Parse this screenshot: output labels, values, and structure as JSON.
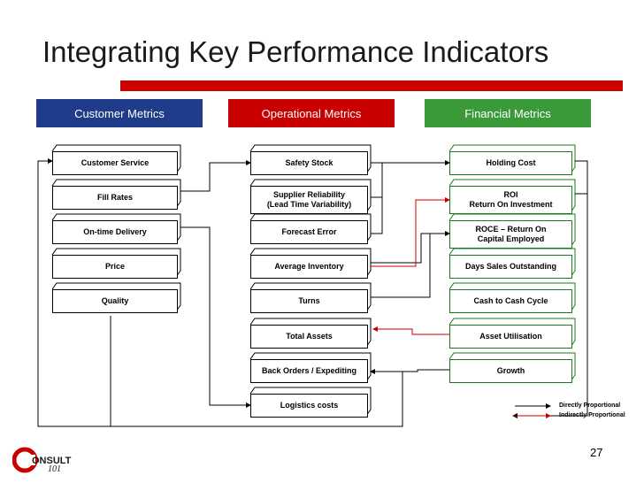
{
  "title": "Integrating Key Performance Indicators",
  "headers": {
    "customer": "Customer Metrics",
    "operational": "Operational Metrics",
    "financial": "Financial Metrics"
  },
  "customer_metrics": [
    "Customer Service",
    "Fill Rates",
    "On-time Delivery",
    "Price",
    "Quality"
  ],
  "operational_metrics": [
    {
      "line1": "Safety Stock",
      "line2": ""
    },
    {
      "line1": "Supplier Reliability",
      "line2": "(Lead Time Variability)"
    },
    {
      "line1": "Forecast Error",
      "line2": ""
    },
    {
      "line1": "Average Inventory",
      "line2": ""
    },
    {
      "line1": "Turns",
      "line2": ""
    },
    {
      "line1": "Total Assets",
      "line2": ""
    },
    {
      "line1": "Back Orders / Expediting",
      "line2": ""
    },
    {
      "line1": "Logistics costs",
      "line2": ""
    }
  ],
  "financial_metrics": [
    {
      "line1": "Holding Cost",
      "line2": ""
    },
    {
      "line1": "ROI",
      "line2": "Return On Investment"
    },
    {
      "line1": "ROCE  – Return On",
      "line2": "Capital Employed"
    },
    {
      "line1": "Days Sales Outstanding",
      "line2": ""
    },
    {
      "line1": "Cash to Cash Cycle",
      "line2": ""
    },
    {
      "line1": "Asset Utilisation",
      "line2": ""
    },
    {
      "line1": "Growth",
      "line2": ""
    }
  ],
  "legend": {
    "direct": "Directly Proportional",
    "indirect": "Indirectly Proportional"
  },
  "page_number": "27",
  "logo": {
    "text": "ONSULT",
    "sub": "101"
  },
  "colors": {
    "customer": "#1f3c8a",
    "operational": "#c80000",
    "financial": "#3a9a3a",
    "direct_link": "#000000",
    "indirect_link": "#cc0000"
  }
}
